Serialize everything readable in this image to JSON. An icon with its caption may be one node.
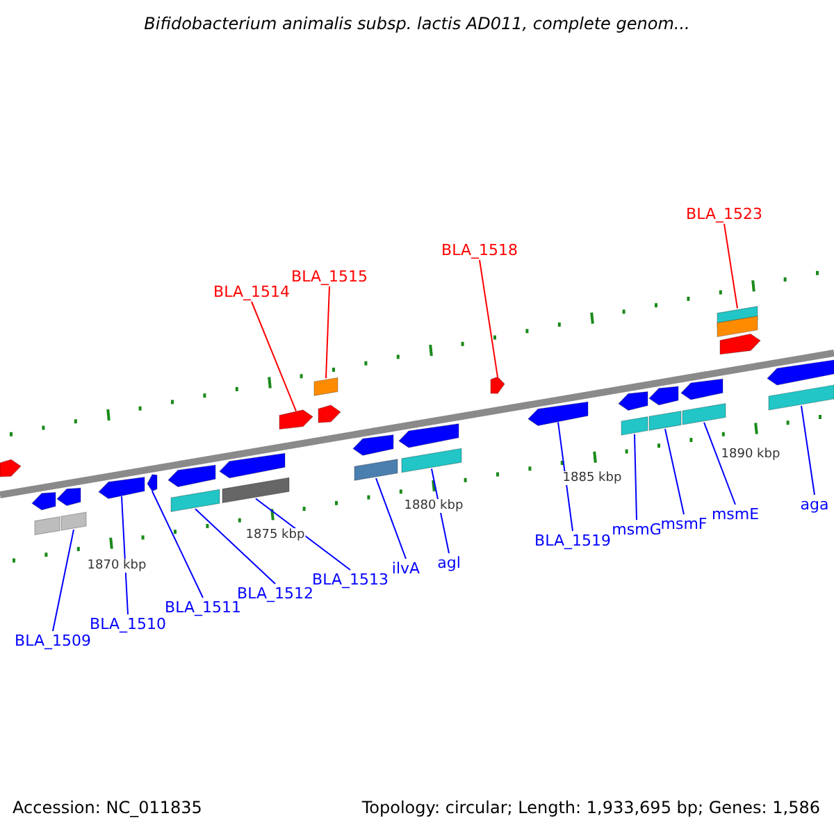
{
  "diagram": {
    "title": "Bifidobacterium animalis subsp. lactis AD011, complete genom...",
    "nodes": [
      {
        "text": [
          "BLA_1514"
        ]
      },
      {
        "text": [
          "BLA_1515"
        ]
      },
      {
        "text": [
          "BLA_1518"
        ]
      },
      {
        "text": [
          "BLA_1523"
        ]
      },
      {
        "text": [
          "BLA_1509"
        ]
      },
      {
        "text": [
          "BLA_1510"
        ]
      },
      {
        "text": [
          "BLA_1511"
        ]
      },
      {
        "text": [
          "BLA_1512"
        ]
      },
      {
        "text": [
          "BLA_1513"
        ]
      },
      {
        "text": [
          "ilvA"
        ]
      },
      {
        "text": [
          "agl"
        ]
      },
      {
        "text": [
          "BLA_1519"
        ]
      },
      {
        "text": [
          "msmG"
        ]
      },
      {
        "text": [
          "msmF"
        ]
      },
      {
        "text": [
          "msmE"
        ]
      },
      {
        "text": [
          "aga"
        ]
      },
      {
        "text": [],
        "shape": "pentagon"
      },
      {
        "text": [],
        "shape": "pentagon"
      },
      {
        "text": [],
        "shape": "box"
      },
      {
        "text": [],
        "shape": "pentagon"
      },
      {
        "text": [],
        "shape": "box"
      },
      {
        "text": [],
        "shape": "pentagon"
      },
      {
        "text": [],
        "shape": "pentagon"
      },
      {
        "text": [],
        "shape": "pentagon"
      },
      {
        "text": [],
        "shape": "box"
      },
      {
        "text": [],
        "shape": "pentagon"
      },
      {
        "text": [],
        "shape": "box"
      },
      {
        "text": [],
        "shape": "pentagon"
      },
      {
        "text": [],
        "shape": "box"
      },
      {
        "text": [],
        "shape": "pentagon"
      },
      {
        "text": [],
        "shape": "pentagon"
      },
      {
        "text": [],
        "shape": "box"
      },
      {
        "text": [],
        "shape": "pentagon"
      },
      {
        "text": [],
        "shape": "box"
      },
      {
        "text": [],
        "shape": "pentagon"
      },
      {
        "text": [],
        "shape": "pentagon"
      },
      {
        "text": [],
        "shape": "pentagon"
      },
      {
        "text": [],
        "shape": "box"
      },
      {
        "text": [],
        "shape": "pentagon"
      },
      {
        "text": [],
        "shape": "box"
      },
      {
        "text": [],
        "shape": "pentagon"
      },
      {
        "text": [],
        "shape": "box"
      },
      {
        "text": [],
        "shape": "box"
      },
      {
        "text": [],
        "shape": "box"
      },
      {
        "text": [],
        "shape": "pentagon"
      },
      {
        "text": [],
        "shape": "pentagon"
      },
      {
        "text": [],
        "shape": "box"
      }
    ],
    "edges": [
      {
        "from": 0,
        "to": 27,
        "arrow": "none",
        "color": "#ff0000"
      },
      {
        "from": 1,
        "to": 28,
        "arrow": "none",
        "color": "#ff0000"
      },
      {
        "from": 2,
        "to": 34,
        "arrow": "none",
        "color": "#ff0000"
      },
      {
        "from": 3,
        "to": 42,
        "arrow": "none",
        "color": "#ff0000"
      },
      {
        "from": 4,
        "to": 20,
        "arrow": "none"
      },
      {
        "from": 5,
        "to": 21,
        "arrow": "none"
      },
      {
        "from": 6,
        "to": 22,
        "arrow": "none"
      },
      {
        "from": 7,
        "to": 24,
        "arrow": "none"
      },
      {
        "from": 8,
        "to": 26,
        "arrow": "none"
      },
      {
        "from": 9,
        "to": 31,
        "arrow": "none"
      },
      {
        "from": 10,
        "to": 33,
        "arrow": "none"
      },
      {
        "from": 11,
        "to": 35,
        "arrow": "none"
      },
      {
        "from": 12,
        "to": 37,
        "arrow": "none"
      },
      {
        "from": 13,
        "to": 39,
        "arrow": "none"
      },
      {
        "from": 14,
        "to": 41,
        "arrow": "none"
      },
      {
        "from": 15,
        "to": 46,
        "arrow": "none"
      }
    ],
    "labels": [
      "1870 kbp",
      "1875 kbp",
      "1880 kbp",
      "1885 kbp",
      "1890 kbp",
      "Accession: NC_011835",
      "Topology: circular; Length: 1,933,695 bp; Genes: 1,586"
    ]
  }
}
